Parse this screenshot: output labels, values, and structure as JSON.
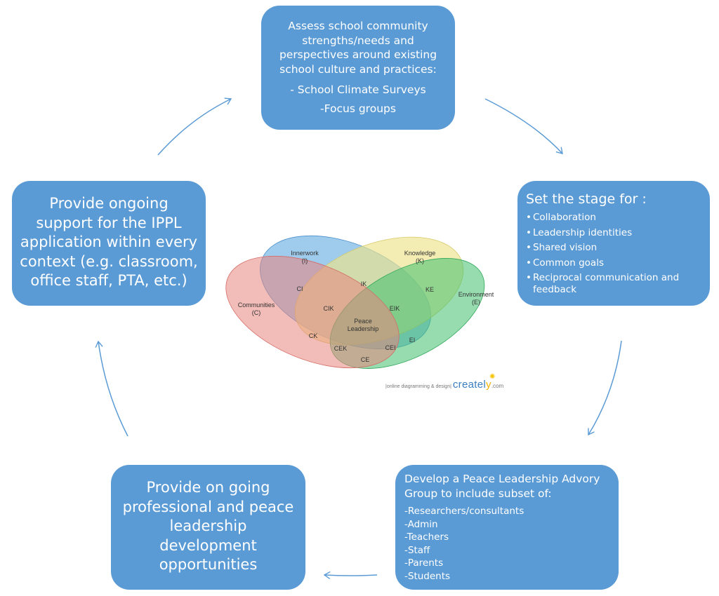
{
  "diagram": {
    "type": "cycle",
    "steps": [
      {
        "id": "assess",
        "lines": [
          "Assess school community",
          "strengths/needs and",
          "perspectives around existing",
          "school culture and practices:"
        ],
        "sub": [
          "- School Climate Surveys",
          "-Focus groups"
        ]
      },
      {
        "id": "set-stage",
        "heading": "Set the stage for :",
        "bullets": [
          "Collaboration",
          "Leadership identities",
          "Shared vision",
          "Common goals",
          "Reciprocal communication and feedback"
        ]
      },
      {
        "id": "advisory-group",
        "heading": "Develop a Peace Leadership Advory Group to include subset of:",
        "items": [
          "-Researchers/consultants",
          "-Admin",
          "-Teachers",
          "-Staff",
          "-Parents",
          "-Students"
        ]
      },
      {
        "id": "development",
        "lines": [
          "Provide on going",
          "professional and peace",
          "leadership",
          "development",
          "opportunities"
        ]
      },
      {
        "id": "ongoing-support",
        "lines": [
          "Provide ongoing",
          "support for the IPPL",
          "application within every",
          "context (e.g. classroom,",
          "office staff, PTA, etc.)"
        ]
      }
    ],
    "arrows": [
      {
        "from": "assess",
        "to": "set-stage"
      },
      {
        "from": "set-stage",
        "to": "advisory-group"
      },
      {
        "from": "advisory-group",
        "to": "development"
      },
      {
        "from": "development",
        "to": "ongoing-support"
      },
      {
        "from": "ongoing-support",
        "to": "assess"
      }
    ],
    "box_color": "#5b9bd5",
    "arrow_color": "#5b9bd5"
  },
  "venn": {
    "sets": [
      {
        "name": "Innerwork",
        "abbr": "(I)",
        "color": "#5fa8e0"
      },
      {
        "name": "Knowledge",
        "abbr": "(K)",
        "color": "#ede38a"
      },
      {
        "name": "Environment",
        "abbr": "(E)",
        "color": "#3fbf6e"
      },
      {
        "name": "Communities",
        "abbr": "(C)",
        "color": "#e8857e"
      }
    ],
    "regions": [
      "CI",
      "IK",
      "KE",
      "CIK",
      "EIK",
      "CK",
      "CEK",
      "CEI",
      "EI",
      "CE"
    ],
    "center": [
      "Peace",
      "Leadership"
    ]
  },
  "watermark": {
    "prefix": "|online diagramming & design|",
    "brand_a": "create",
    "brand_b": "l",
    "brand_c": "y",
    "suffix": ".com"
  }
}
